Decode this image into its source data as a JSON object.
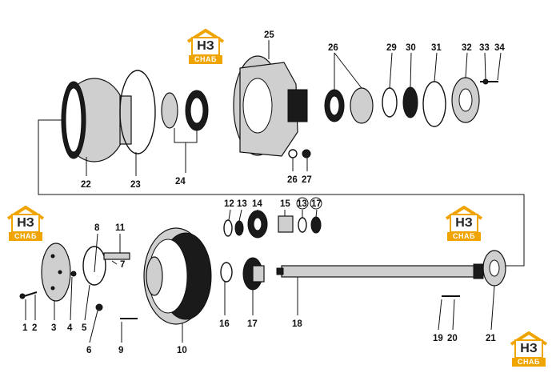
{
  "logo": {
    "mark": "НЗ",
    "caption": "СНАБ"
  },
  "labels": {
    "l1": "1",
    "l2": "2",
    "l3": "3",
    "l4": "4",
    "l5": "5",
    "l6": "6",
    "l7": "7",
    "l8": "8",
    "l9": "9",
    "l10": "10",
    "l11": "11",
    "l12": "12",
    "l13": "13",
    "l14": "14",
    "l15": "15",
    "l16": "16",
    "l17a": "17",
    "l17b": "17",
    "l18": "18",
    "l19": "19",
    "l20": "20",
    "l21": "21",
    "l22": "22",
    "l23": "23",
    "l24": "24",
    "l25": "25",
    "l26a": "26",
    "l26b": "26",
    "l27": "27",
    "l29": "29",
    "l30": "30",
    "l31": "31",
    "l32": "32",
    "l33": "33",
    "l34": "34",
    "l13b": "13"
  },
  "colors": {
    "logo_accent": "#f0a400",
    "ink": "#111111"
  }
}
